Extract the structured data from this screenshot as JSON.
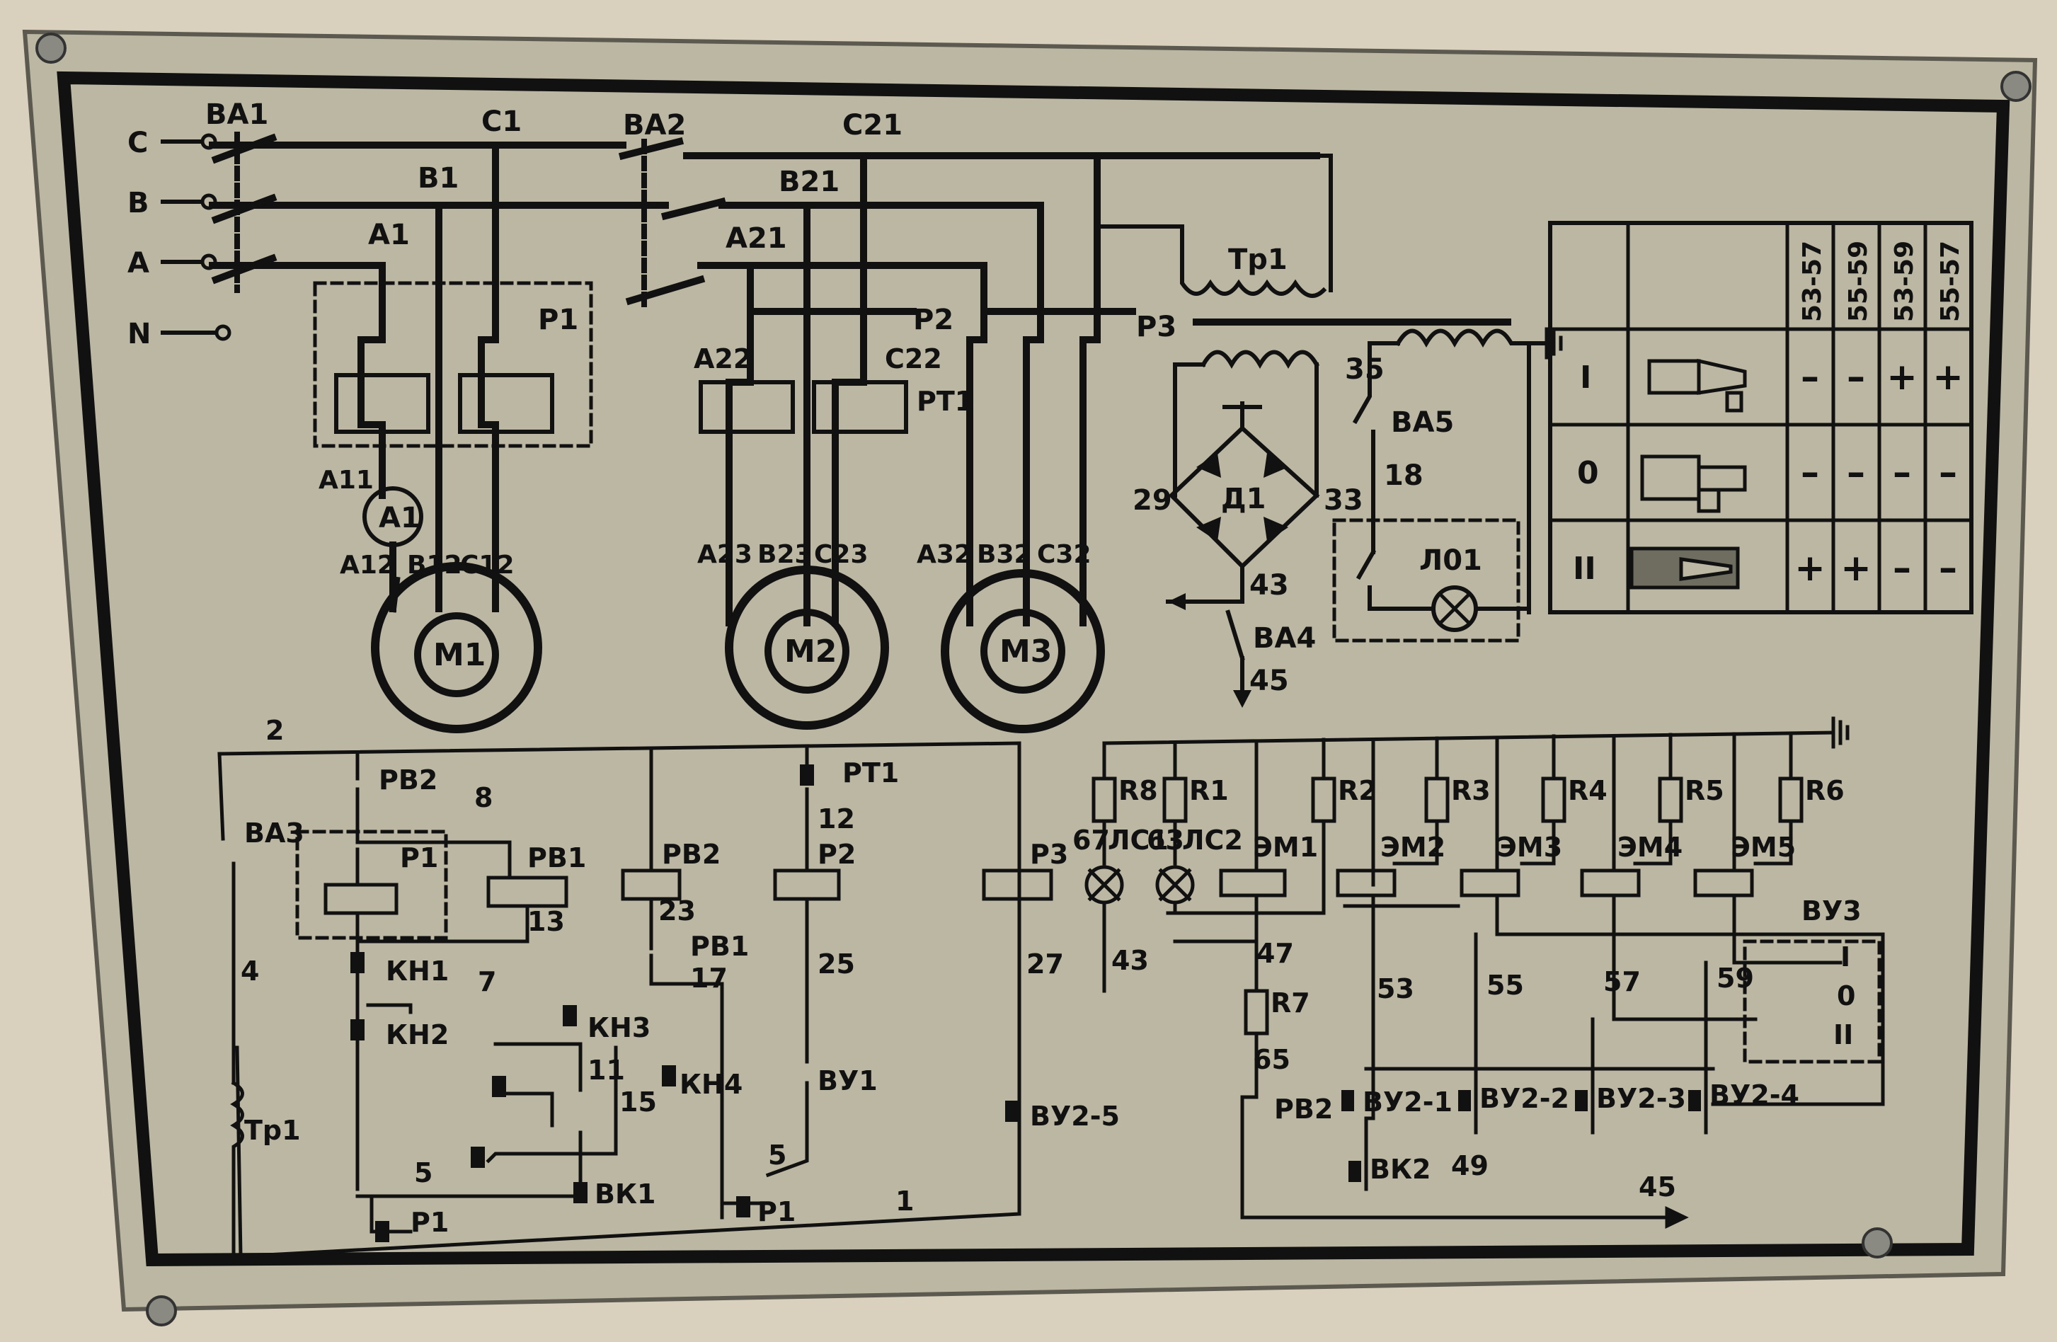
{
  "colors": {
    "wall": "#d9d1bd",
    "plate": "#bbb7a3",
    "ink": "#111111",
    "screw": "#8a8a82"
  },
  "power": {
    "phases": [
      "C",
      "B",
      "A",
      "N"
    ],
    "switch1": "ВА1",
    "switch2": "ВА2",
    "bus1": [
      "C1",
      "B1",
      "A1"
    ],
    "bus2": [
      "C21",
      "B21",
      "A21"
    ],
    "relays": [
      "P1",
      "P2",
      "P3"
    ],
    "thermal": [
      "A22",
      "C22",
      "PT1"
    ],
    "ammeter": "A1",
    "motor1_leads": [
      "A11",
      "A12",
      "B12",
      "C12"
    ],
    "motor2_leads": [
      "A23",
      "B23",
      "C23"
    ],
    "motor3_leads": [
      "A32",
      "B32",
      "C32"
    ],
    "motors": [
      "M1",
      "M2",
      "M3"
    ]
  },
  "supply": {
    "transformer": "Тр1",
    "bridge": "Д1",
    "nodes": [
      "29",
      "33",
      "43",
      "45",
      "35",
      "18"
    ],
    "switches": [
      "ВА4",
      "ВА5"
    ],
    "lamp": "Л01"
  },
  "modes": {
    "headers": [
      "53-57",
      "55-59",
      "53-59",
      "55-57"
    ],
    "rows": [
      {
        "label": "I",
        "cells": [
          "–",
          "–",
          "+",
          "+"
        ]
      },
      {
        "label": "0",
        "cells": [
          "–",
          "–",
          "–",
          "–"
        ]
      },
      {
        "label": "II",
        "cells": [
          "+",
          "+",
          "–",
          "–"
        ]
      }
    ]
  },
  "control": {
    "wires": [
      "2",
      "4",
      "8",
      "13",
      "7",
      "11",
      "15",
      "5",
      "1",
      "23",
      "17",
      "12",
      "25",
      "27",
      "5"
    ],
    "items": [
      "РВ2",
      "ВА3",
      "Р1",
      "РВ1",
      "КН1",
      "КН2",
      "КН3",
      "КН4",
      "Тр1",
      "ВК1",
      "Р1",
      "РВ2",
      "РВ1",
      "РТ1",
      "Р2",
      "ВУ1",
      "Р1",
      "Р3",
      "ВУ2-5"
    ]
  },
  "solenoids": {
    "resistors": [
      "R8",
      "R1",
      "R2",
      "R3",
      "R4",
      "R5",
      "R6",
      "R7"
    ],
    "lamps": [
      "67",
      "ЛС1",
      "63",
      "ЛС2"
    ],
    "coils": [
      "ЭМ1",
      "ЭМ2",
      "ЭМ3",
      "ЭМ4",
      "ЭМ5"
    ],
    "wires": [
      "43",
      "47",
      "65",
      "53",
      "55",
      "57",
      "59",
      "49",
      "45"
    ],
    "switches": [
      "РВ2",
      "ВУ2-1",
      "ВУ2-2",
      "ВУ2-3",
      "ВУ2-4",
      "ВК2"
    ],
    "selector": {
      "name": "ВУ3",
      "positions": [
        "I",
        "0",
        "II"
      ]
    }
  }
}
